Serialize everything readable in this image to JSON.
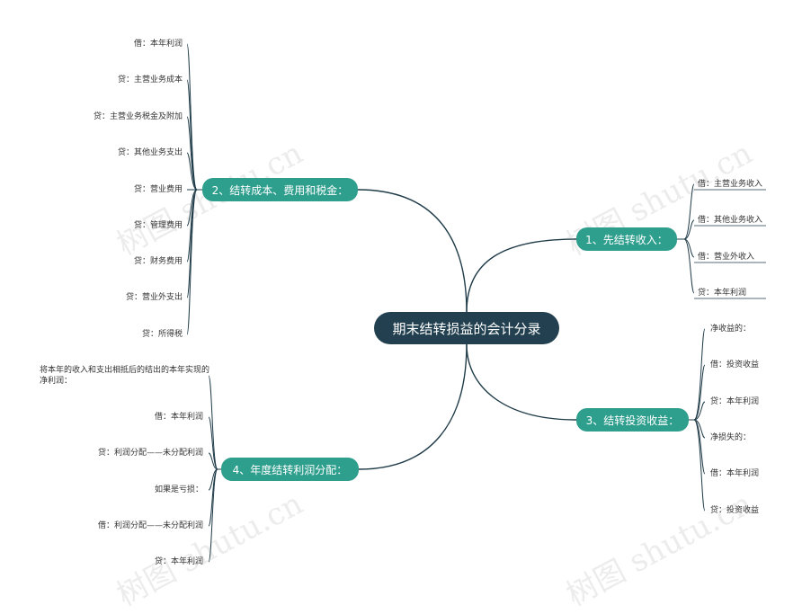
{
  "root": {
    "label": "期末结转损益的会计分录"
  },
  "branches": {
    "b1": {
      "label": "1、先结转收入：",
      "leaves": [
        "借：主营业务收入",
        "借：其他业务收入",
        "借：营业外收入",
        "贷：本年利润"
      ]
    },
    "b2": {
      "label": "2、结转成本、费用和税金：",
      "leaves": [
        "借：本年利润",
        "贷：主营业务成本",
        "贷：主营业务税金及附加",
        "贷：其他业务支出",
        "贷：营业费用",
        "贷：管理费用",
        "贷：财务费用",
        "贷：营业外支出",
        "贷：所得税"
      ]
    },
    "b3": {
      "label": "3、结转投资收益：",
      "leaves": [
        "净收益的：",
        "借：投资收益",
        "贷：本年利润",
        "净损失的：",
        "借：本年利润",
        "贷：投资收益"
      ]
    },
    "b4": {
      "label": "4、年度结转利润分配：",
      "leaves": [
        "将本年的收入和支出相抵后的结出的本年实现的净利润：",
        "借：本年利润",
        "贷：利润分配——未分配利润",
        "如果是亏损：",
        "借：利润分配——未分配利润",
        "贷：本年利润"
      ]
    }
  },
  "watermark": {
    "text": "树图 shutu.cn"
  },
  "colors": {
    "root": "#22404f",
    "branch": "#2e9e8d",
    "line": "#1f3b48"
  }
}
